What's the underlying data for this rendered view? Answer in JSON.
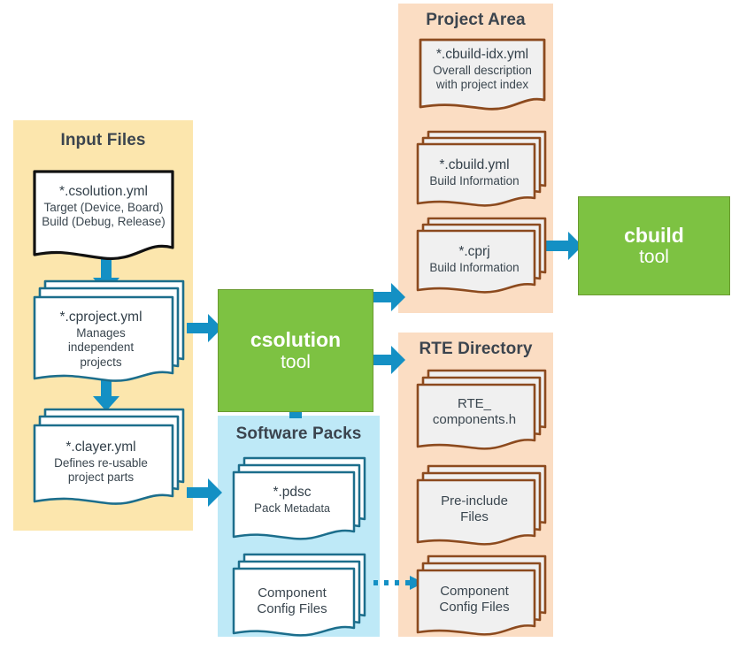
{
  "colors": {
    "input_panel": "#FCE6AD",
    "packs_panel": "#BEE9F7",
    "area_panel": "#FBDDC3",
    "tool_green": "#7DC242",
    "arrow_teal": "#1490C4",
    "doc_teal_border": "#1C6E8C",
    "doc_brown_border": "#8C4A1E",
    "doc_white_fill": "#FFFFFF",
    "doc_gray_fill": "#F0F0F0",
    "text_dark": "#33404A",
    "title_dark": "#3B444E"
  },
  "panels": {
    "input": {
      "title": "Input Files"
    },
    "packs": {
      "title": "Software Packs"
    },
    "project": {
      "title": "Project Area"
    },
    "rte": {
      "title": "RTE Directory"
    }
  },
  "tools": {
    "csolution": {
      "name": "csolution",
      "kind": "tool"
    },
    "cbuild": {
      "name": "cbuild",
      "kind": "tool"
    }
  },
  "documents": {
    "csolution_yml": {
      "title": "*.csolution.yml",
      "line2": "Target (Device, Board)",
      "line3": "Build (Debug, Release)"
    },
    "cproject_yml": {
      "title": "*.cproject.yml",
      "line2": "Manages",
      "line3": "independent",
      "line4": "projects"
    },
    "clayer_yml": {
      "title": "*.clayer.yml",
      "line2": "Defines re-usable",
      "line3": "project parts"
    },
    "pdsc": {
      "title": "*.pdsc",
      "line2a": "Pack ",
      "line2b": "Metadata"
    },
    "packs_component_config": {
      "line1": "Component",
      "line2": "Config Files"
    },
    "cbuild_idx_yml": {
      "title": "*.cbuild-idx.yml",
      "line2": "Overall description",
      "line3": "with project index"
    },
    "cbuild_yml": {
      "title": "*.cbuild.yml",
      "line2": "Build Information"
    },
    "cprj": {
      "title": "*.cprj",
      "line2": "Build Information"
    },
    "rte_components_h": {
      "line1": "RTE_",
      "line2": "components.h"
    },
    "pre_include_files": {
      "line1": "Pre-include",
      "line2": "Files"
    },
    "rte_component_config": {
      "line1": "Component",
      "line2": "Config Files"
    }
  },
  "connectors": [
    {
      "id": "csolution-yml-to-cproject",
      "style": "solid",
      "direction": "down"
    },
    {
      "id": "cproject-to-clayer",
      "style": "solid",
      "direction": "down"
    },
    {
      "id": "cproject-to-csolution-tool",
      "style": "solid",
      "direction": "right"
    },
    {
      "id": "clayer-to-software-packs",
      "style": "solid",
      "direction": "right"
    },
    {
      "id": "software-packs-to-csolution-tool",
      "style": "solid",
      "direction": "up"
    },
    {
      "id": "csolution-tool-to-project-area",
      "style": "solid",
      "direction": "right"
    },
    {
      "id": "csolution-tool-to-rte-directory",
      "style": "solid",
      "direction": "right"
    },
    {
      "id": "cprj-to-cbuild-tool",
      "style": "solid",
      "direction": "right"
    },
    {
      "id": "packs-config-to-rte-config",
      "style": "dotted",
      "direction": "right"
    }
  ]
}
